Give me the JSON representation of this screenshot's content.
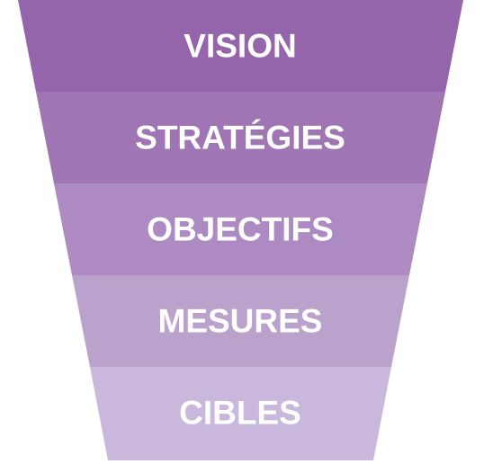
{
  "funnel": {
    "tiers": [
      {
        "label": "VISION",
        "color": "#9465aa"
      },
      {
        "label": "STRATÉGIES",
        "color": "#9f75b3"
      },
      {
        "label": "OBJECTIFS",
        "color": "#ad8ac1"
      },
      {
        "label": "MESURES",
        "color": "#bba2cd"
      },
      {
        "label": "CIBLES",
        "color": "#c9b8dc"
      }
    ]
  }
}
